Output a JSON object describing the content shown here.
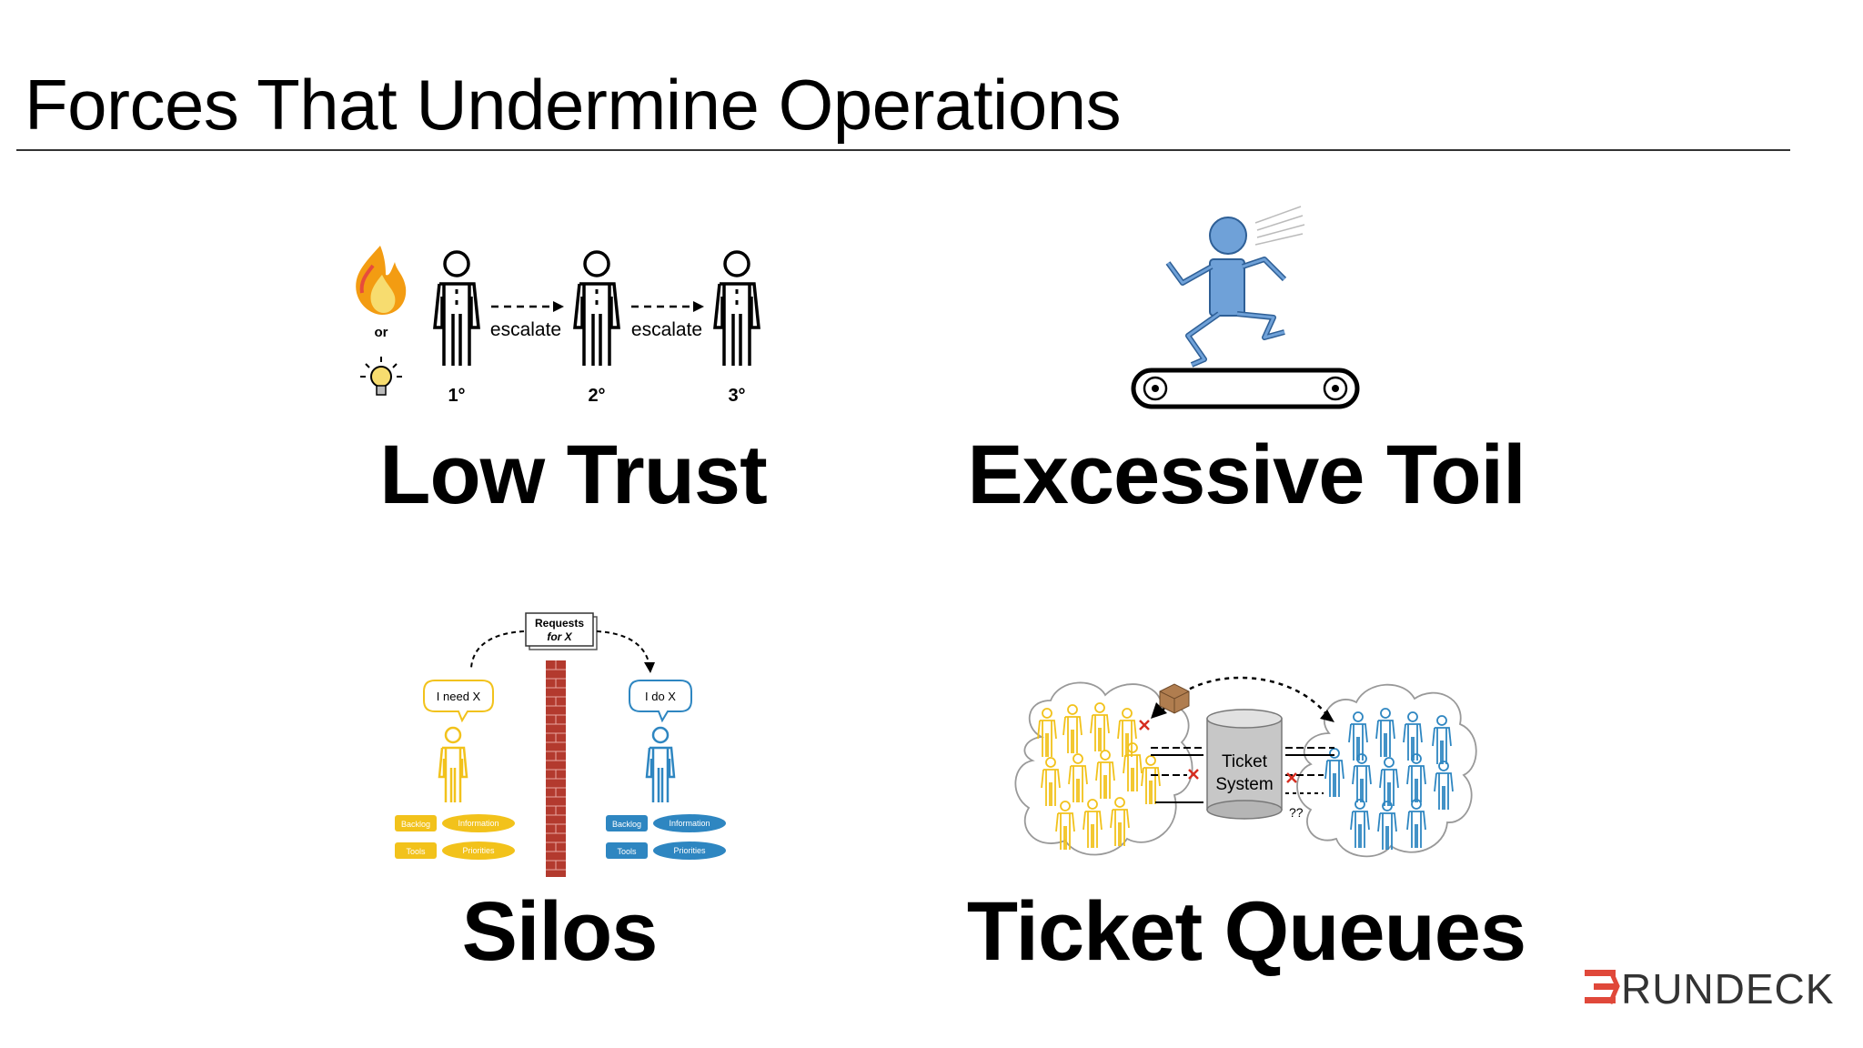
{
  "slide": {
    "title": "Forces That Undermine Operations"
  },
  "quadrants": {
    "low_trust": {
      "label": "Low Trust",
      "or_text": "or",
      "escalate_1": "escalate",
      "escalate_2": "escalate",
      "tier_1": "1°",
      "tier_2": "2°",
      "tier_3": "3°"
    },
    "excessive_toil": {
      "label": "Excessive Toil"
    },
    "silos": {
      "label": "Silos",
      "requests_line1": "Requests",
      "requests_line2": "for X",
      "bubble_left": "I need X",
      "bubble_right": "I do X",
      "left_stacks": [
        "Backlog",
        "Information",
        "Tools",
        "Priorities"
      ],
      "right_stacks": [
        "Backlog",
        "Information",
        "Tools",
        "Priorities"
      ],
      "colors": {
        "yellow": "#f2c21b",
        "blue": "#2e86c1",
        "brick": "#b33a2e"
      }
    },
    "ticket_queues": {
      "label": "Ticket Queues",
      "system_line1": "Ticket",
      "system_line2": "System",
      "question": "??"
    }
  },
  "logo": {
    "text": "RUNDECK",
    "accent_color": "#e0483a"
  }
}
